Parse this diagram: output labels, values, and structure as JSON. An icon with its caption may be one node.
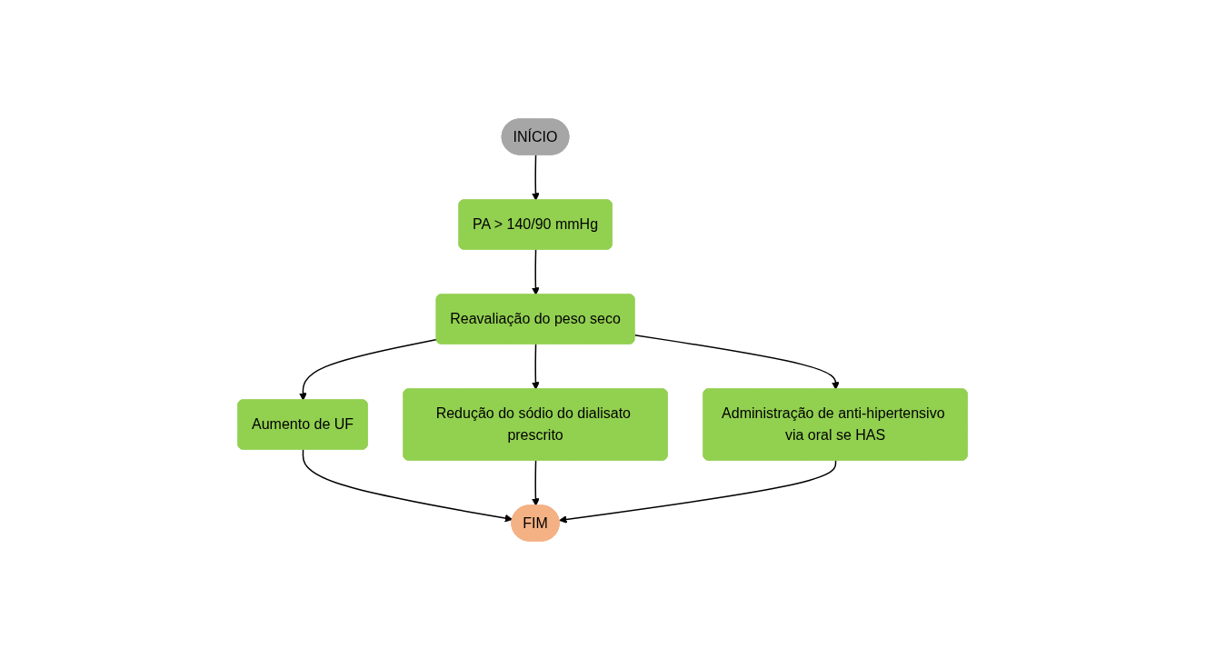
{
  "diagram": {
    "nodes": [
      {
        "text": [
          "INÍCIO"
        ]
      },
      {
        "text": [
          "PA > 140/90 mmHg"
        ]
      },
      {
        "text": [
          "Reavaliação do peso seco"
        ]
      },
      {
        "text": [
          "Aumento de UF"
        ]
      },
      {
        "text": [
          "Redução do sódio do dialisato prescrito"
        ]
      },
      {
        "text": [
          "Administração de anti-hipertensivo via oral se HAS"
        ]
      },
      {
        "text": [
          "FIM"
        ]
      }
    ],
    "edges": [
      {
        "from": 0,
        "to": 1,
        "arrow": "to"
      },
      {
        "from": 1,
        "to": 2,
        "arrow": "to"
      },
      {
        "from": 2,
        "to": 3,
        "arrow": "to"
      },
      {
        "from": 2,
        "to": 4,
        "arrow": "to"
      },
      {
        "from": 2,
        "to": 5,
        "arrow": "to"
      },
      {
        "from": 3,
        "to": 6,
        "arrow": "to"
      },
      {
        "from": 4,
        "to": 6,
        "arrow": "to"
      },
      {
        "from": 5,
        "to": 6,
        "arrow": "to"
      }
    ]
  }
}
